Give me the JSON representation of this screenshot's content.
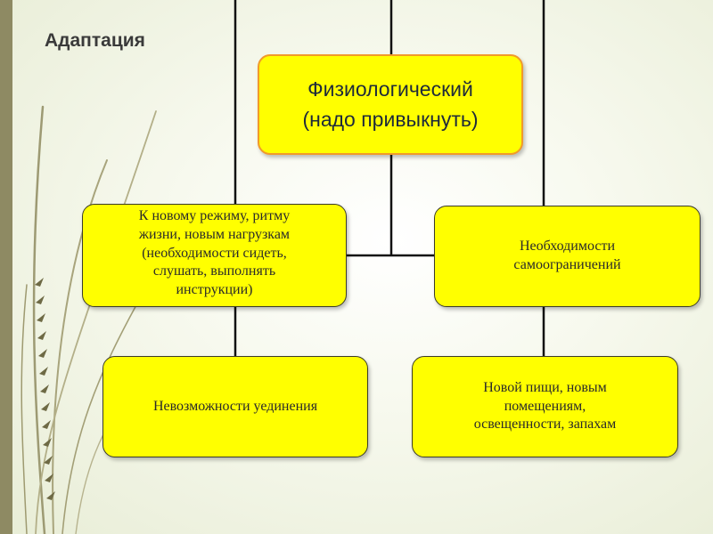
{
  "title": "Адаптация",
  "diagram": {
    "main": {
      "line1": "Физиологический",
      "line2": "(надо привыкнуть)"
    },
    "left_top": {
      "line1": "К новому режиму, ритму",
      "line2": "жизни, новым нагрузкам",
      "line3": "(необходимости сидеть,",
      "line4": "слушать, выполнять",
      "line5": "инструкции)"
    },
    "right_top": {
      "line1": "Необходимости",
      "line2": "самоограничений"
    },
    "left_bottom": {
      "line1": "Невозможности уединения"
    },
    "right_bottom": {
      "line1": "Новой пищи, новым",
      "line2": "помещениям,",
      "line3": "освещенности, запахам"
    }
  },
  "colors": {
    "box_fill": "#ffff00",
    "main_border": "#f19a2a",
    "box_border": "#3b3b2a",
    "connector": "#111111",
    "left_band": "#8e8a63"
  }
}
